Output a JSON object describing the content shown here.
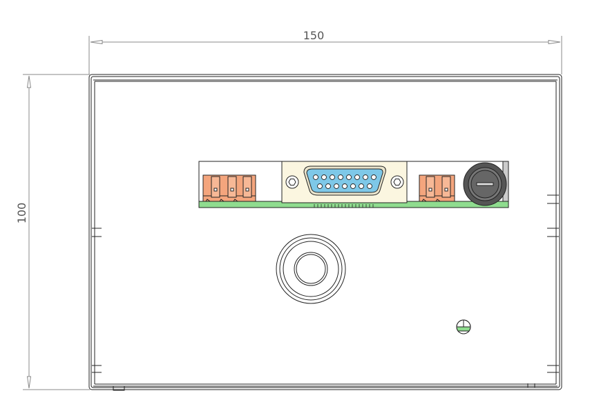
{
  "dimensions": {
    "width_label": "150",
    "height_label": "100"
  },
  "components": {
    "terminal_block_left": {
      "pins": 3,
      "color": "#f4a57d"
    },
    "dsub_connector": {
      "pins_top_row": 8,
      "pins_bottom_row": 7,
      "color": "#7ec8e8"
    },
    "terminal_block_right": {
      "pins": 2,
      "color": "#f4a57d"
    },
    "fuse_holder": {
      "color": "#555555"
    },
    "pcb": {
      "color": "#8fdc8f"
    },
    "cable_gland": {},
    "ground_symbol": {
      "color": "#8fdc8f"
    }
  },
  "colors": {
    "line": "#222222",
    "dimension_line": "#777777",
    "connector_plate": "#fbf6e0"
  }
}
